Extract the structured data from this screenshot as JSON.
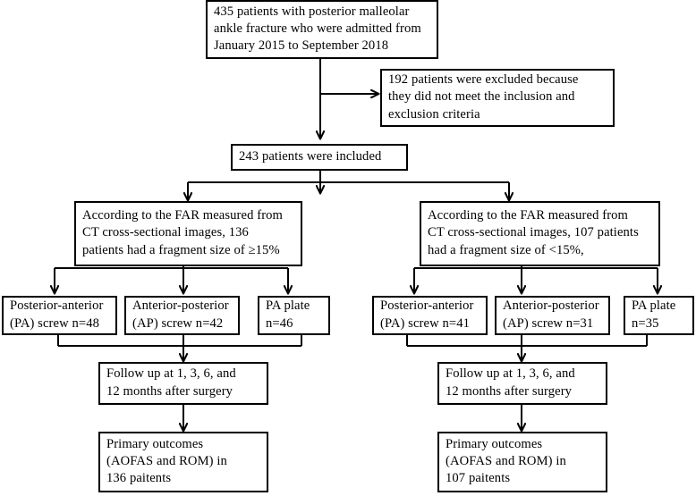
{
  "diagram": {
    "title": "Patient enrollment and allocation flow diagram",
    "type": "flowchart",
    "line_color": "#000000",
    "box_border_color": "#000000",
    "background_color": "#ffffff",
    "nodes": {
      "enrolled": {
        "lines": [
          "435 patients with posterior malleolar",
          "ankle fracture who were admitted from",
          "January 2015 to September 2018"
        ]
      },
      "excluded": {
        "lines": [
          "192 patients were excluded because",
          "they did not meet the inclusion and",
          "exclusion criteria"
        ]
      },
      "included": {
        "lines": [
          "243 patients were included"
        ]
      },
      "group_large": {
        "lines": [
          "According to the FAR measured from",
          "CT cross-sectional images, 136",
          "patients had a fragment size of ≥15%"
        ]
      },
      "group_small": {
        "lines": [
          "According to the FAR measured from",
          "CT cross-sectional images, 107 patients",
          "had a fragment size of <15%,"
        ]
      },
      "large_pa_screw": {
        "lines": [
          "Posterior-anterior",
          "(PA) screw n=48"
        ]
      },
      "large_ap_screw": {
        "lines": [
          "Anterior-posterior",
          "(AP) screw n=42"
        ]
      },
      "large_pa_plate": {
        "lines": [
          "PA plate",
          "n=46"
        ]
      },
      "small_pa_screw": {
        "lines": [
          "Posterior-anterior",
          "(PA) screw n=41"
        ]
      },
      "small_ap_screw": {
        "lines": [
          "Anterior-posterior",
          "(AP) screw n=31"
        ]
      },
      "small_pa_plate": {
        "lines": [
          "PA plate",
          "n=35"
        ]
      },
      "large_followup": {
        "lines": [
          "Follow up at 1, 3, 6, and",
          "12 months after surgery"
        ]
      },
      "small_followup": {
        "lines": [
          "Follow up at 1, 3, 6, and",
          "12 months after surgery"
        ]
      },
      "large_outcomes": {
        "lines": [
          "Primary outcomes",
          "(AOFAS and ROM) in",
          "136 paitents"
        ]
      },
      "small_outcomes": {
        "lines": [
          "Primary outcomes",
          "(AOFAS and ROM) in",
          "107 paitents"
        ]
      }
    }
  }
}
